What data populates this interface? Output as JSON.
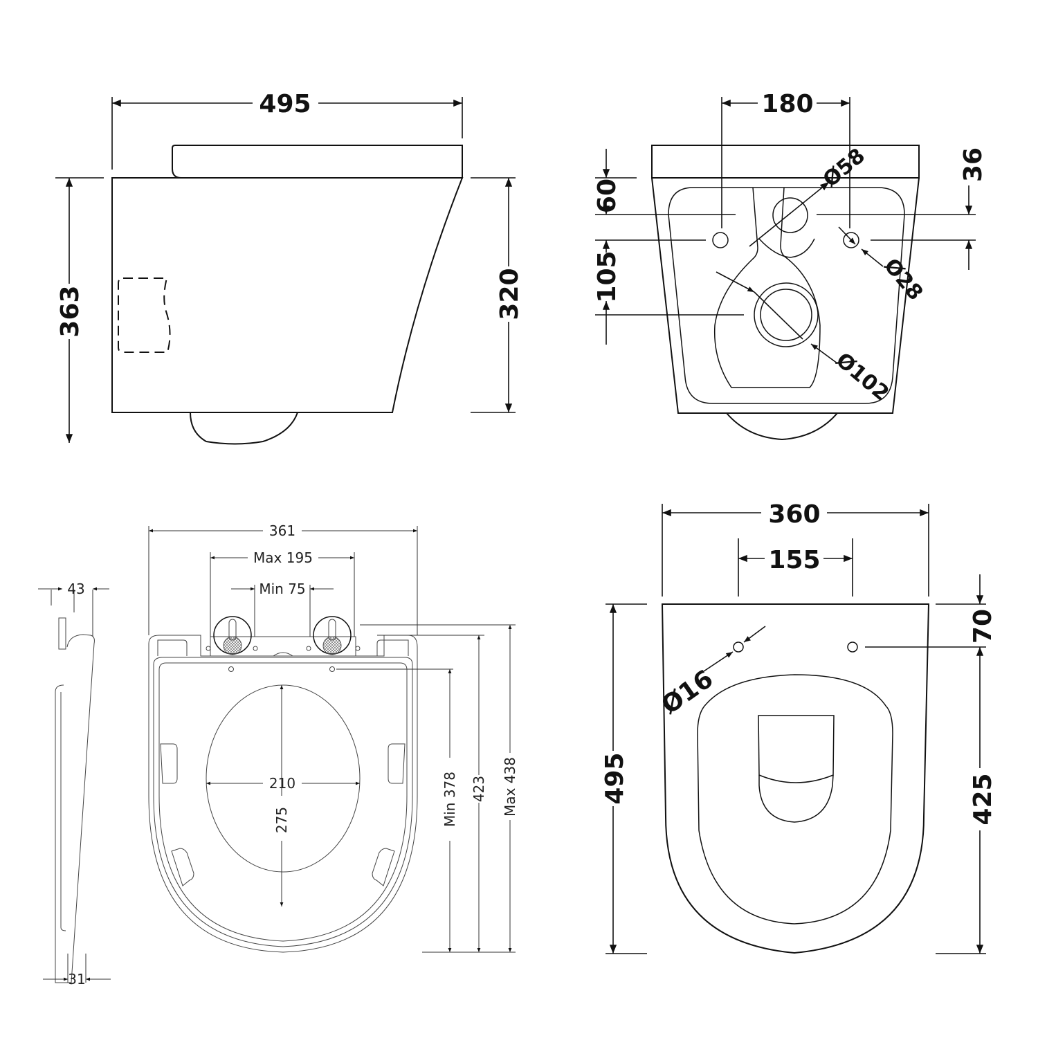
{
  "drawing": {
    "subject": "Wall hung toilet pan and soft close seat - technical dimensions (mm)",
    "views": {
      "side_elevation": {
        "overall_length": "495",
        "overall_height": "363",
        "pan_height": "320"
      },
      "rear_elevation": {
        "fixing_centres": "180",
        "fixing_hole_drop": "36",
        "inlet_to_fixing": "60",
        "outlet_below_fixing": "105",
        "inlet_diameter": "Ø58",
        "fixing_diameter": "Ø28",
        "outlet_diameter": "Ø102"
      },
      "seat_plan": {
        "overall_width": "361",
        "hinge_max": "Max 195",
        "hinge_min": "Min 75",
        "opening_width": "210",
        "opening_length": "275",
        "min_length": "Min 378",
        "length": "423",
        "max_length": "Max 438",
        "side_thickness_top": "43",
        "side_thickness_bottom": "31"
      },
      "pan_plan": {
        "overall_width": "360",
        "hole_centres": "155",
        "hole_from_back": "70",
        "hole_to_front": "425",
        "overall_length": "495",
        "hole_diameter": "Ø16"
      }
    }
  }
}
